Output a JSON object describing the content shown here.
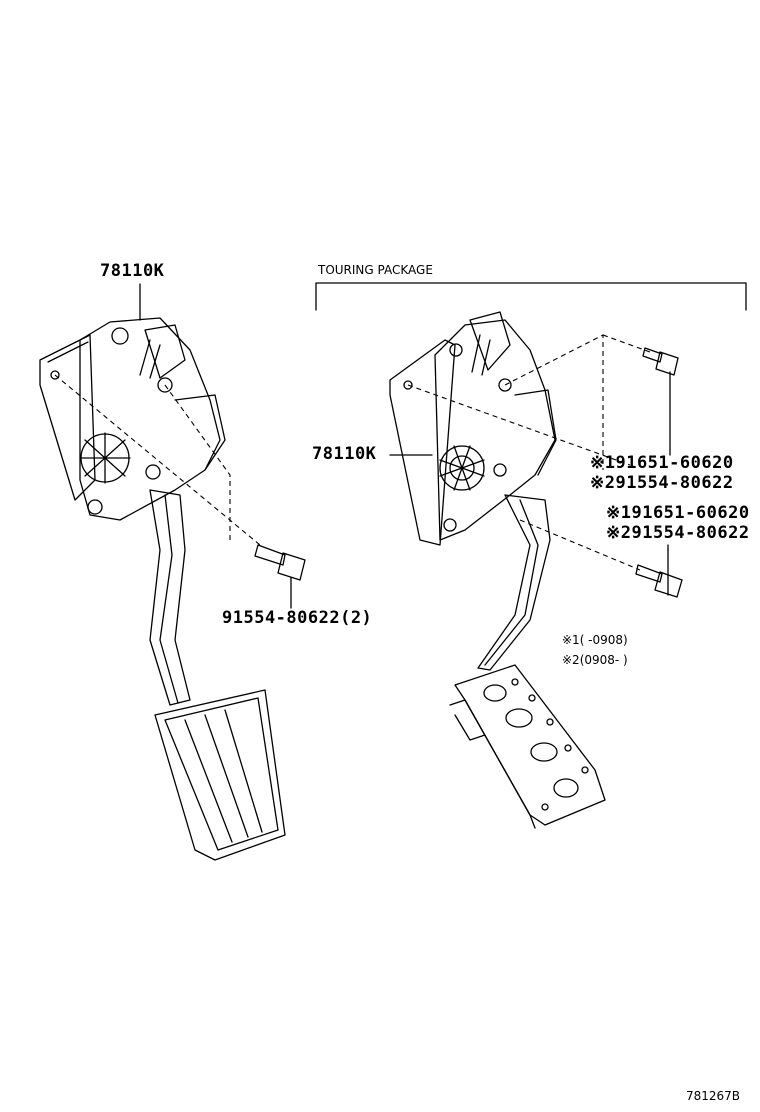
{
  "left_assembly": {
    "part_label": "78110K",
    "bolt_label": "91554-80622(2)"
  },
  "touring": {
    "heading": "TOURING PACKAGE",
    "part_label": "78110K",
    "bolt_upper": [
      "※191651-60620",
      "※291554-80622"
    ],
    "bolt_lower": [
      "※191651-60620",
      "※291554-80622"
    ],
    "notes": [
      "※1(   -0908)",
      "※2(0908-   )"
    ]
  },
  "figure_number": "781267B"
}
